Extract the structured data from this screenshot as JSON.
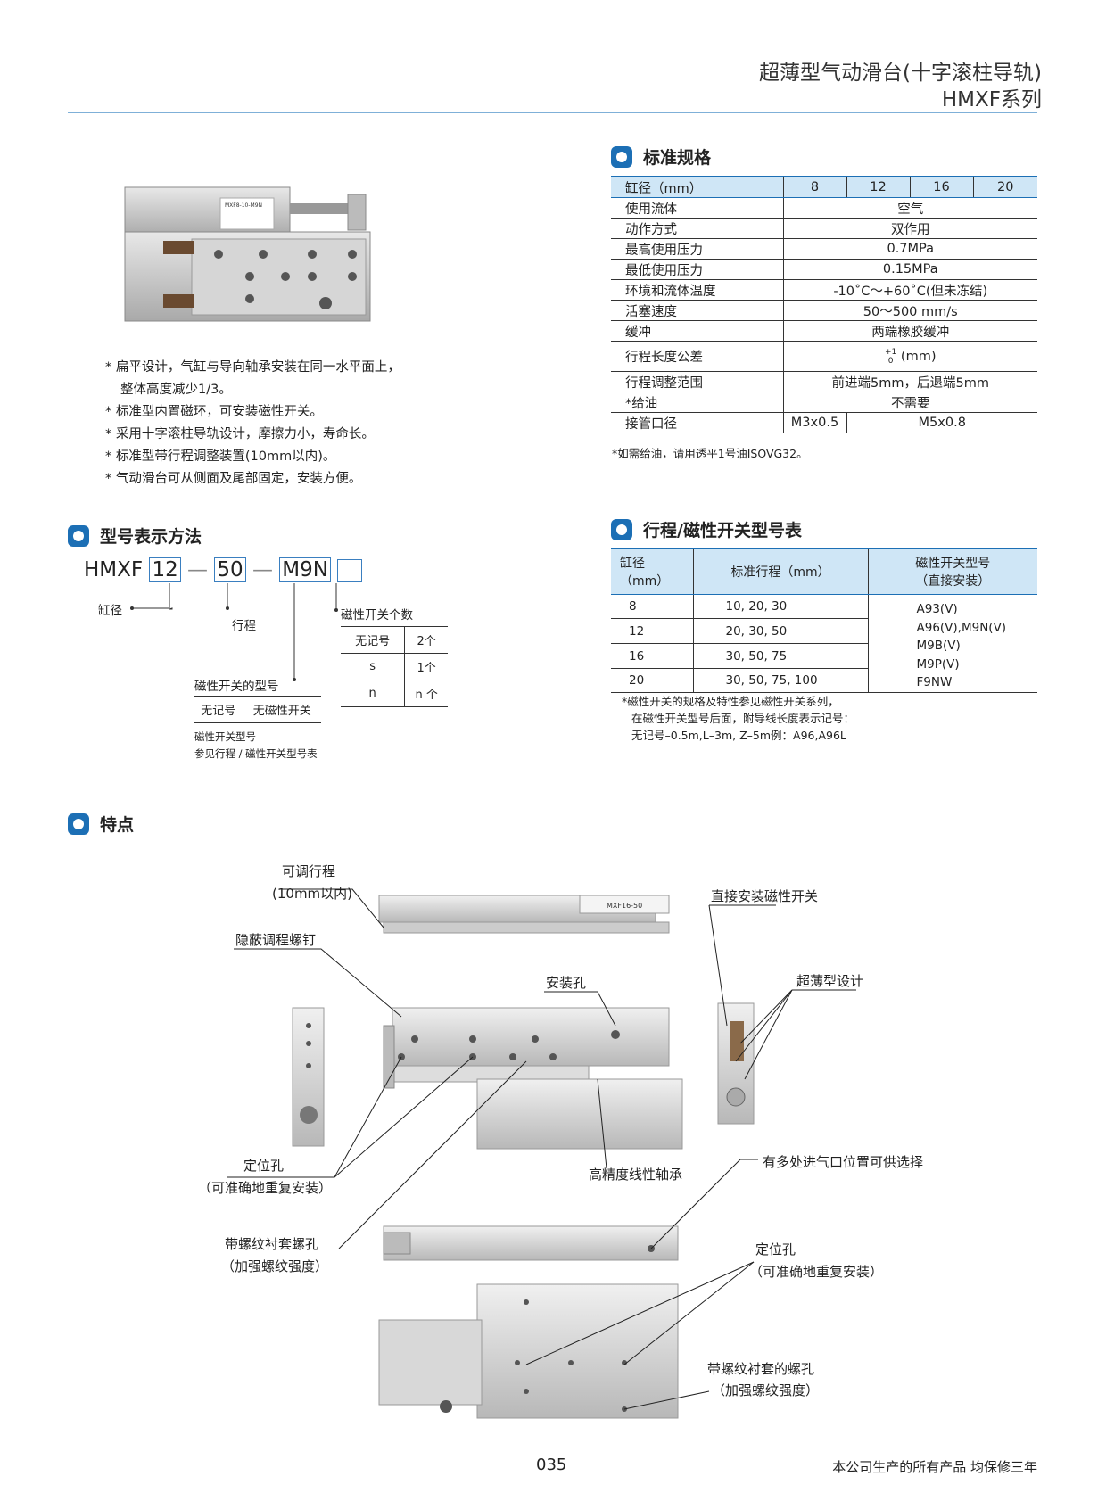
{
  "header": {
    "title_cn": "超薄型气动滑台(十字滚柱导轨)",
    "title_series": "HMXF系列"
  },
  "photo_label": {
    "model": "MXF8-10-M9N"
  },
  "features_list": [
    "* 扁平设计，气缸与导向轴承安装在同一水平面上，",
    "整体高度减少1/3。",
    "* 标准型内置磁环，可安装磁性开关。",
    "* 采用十字滚柱导轨设计，摩擦力小，寿命长。",
    "* 标准型带行程调整装置(10mm以内)。",
    "* 气动滑台可从侧面及尾部固定，安装方便。"
  ],
  "spec": {
    "section_title": "标准规格",
    "header": [
      "缸径（mm）",
      "8",
      "12",
      "16",
      "20"
    ],
    "rows": [
      [
        "使用流体",
        "空气"
      ],
      [
        "动作方式",
        "双作用"
      ],
      [
        "最高使用压力",
        "0.7MPa"
      ],
      [
        "最低使用压力",
        "0.15MPa"
      ],
      [
        "环境和流体温度",
        "-10˚C～+60˚C(但未冻结)"
      ],
      [
        "活塞速度",
        "50～500 mm/s"
      ],
      [
        "缓冲",
        "两端橡胶缓冲"
      ],
      [
        "行程长度公差",
        "(mm)"
      ],
      [
        "行程调整范围",
        "前进端5mm，后退端5mm"
      ],
      [
        "*给油",
        "不需要"
      ]
    ],
    "tolerance_sup": "+1",
    "tolerance_sub": "0",
    "port_label": "接管口径",
    "port_8": "M3x0.5",
    "port_other": "M5x0.8",
    "note": "*如需给油，请用透平1号油ISOVG32。"
  },
  "model": {
    "section_title": "型号表示方法",
    "prefix": "HMXF",
    "bore": "12",
    "stroke": "50",
    "switch": "M9N",
    "dash": "—",
    "bore_label": "缸径",
    "stroke_label": "行程",
    "count_label": "磁性开关个数",
    "count_table": [
      [
        "无记号",
        "2个"
      ],
      [
        "s",
        "1个"
      ],
      [
        "n",
        "n 个"
      ]
    ],
    "switch_type_label": "磁性开关的型号",
    "switch_table": [
      "无记号",
      "无磁性开关"
    ],
    "note1": "磁性开关型号",
    "note2": "参见行程 / 磁性开关型号表"
  },
  "stroke_table": {
    "section_title": "行程/磁性开关型号表",
    "h_bore_1": "缸径",
    "h_bore_2": "（mm）",
    "h_stroke": "标准行程（mm）",
    "h_switch_1": "磁性开关型号",
    "h_switch_2": "（直接安装）",
    "rows": [
      [
        "8",
        "10, 20, 30"
      ],
      [
        "12",
        "20, 30, 50"
      ],
      [
        "16",
        "30, 50, 75"
      ],
      [
        "20",
        "30, 50, 75, 100"
      ]
    ],
    "switches": [
      "A93(V)",
      "A96(V),M9N(V)",
      "M9B(V)",
      "M9P(V)",
      "F9NW"
    ],
    "note1": "*磁性开关的规格及特性参见磁性开关系列，",
    "note2": "在磁性开关型号后面，附导线长度表示记号：",
    "note3": "无记号–0.5m,L–3m, Z–5m例：A96,A96L"
  },
  "features": {
    "section_title": "特点",
    "labels": {
      "adj1": "可调行程",
      "adj2": "(10mm以内)",
      "hidden": "隐蔽调程螺钉",
      "mount": "安装孔",
      "direct": "直接安装磁性开关",
      "thin": "超薄型设计",
      "pos1a": "定位孔",
      "pos1b": "（可准确地重复安装）",
      "bearing": "高精度线性轴承",
      "ports": "有多处进气口位置可供选择",
      "thread1a": "带螺纹衬套螺孔",
      "thread1b": "（加强螺纹强度）",
      "pos2a": "定位孔",
      "pos2b": "（可准确地重复安装）",
      "thread2a": "带螺纹衬套的螺孔",
      "thread2b": "（加强螺纹强度）"
    },
    "product_label": "MXF16-50"
  },
  "footer": {
    "page": "035",
    "warranty": "本公司生产的所有产品 均保修三年"
  }
}
